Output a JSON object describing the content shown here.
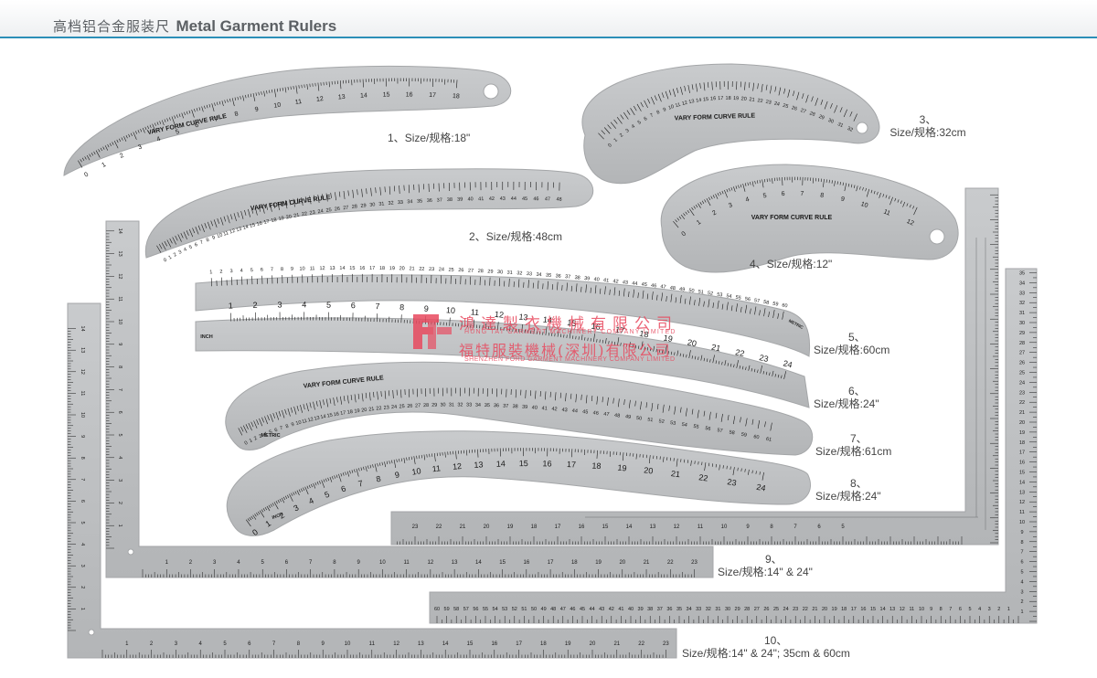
{
  "header": {
    "title_cn": "高档铝合金服装尺",
    "title_en": "Metal Garment Rulers"
  },
  "rulers": [
    {
      "caption_num": "1、",
      "caption_size": "Size/规格:18\"",
      "label": "VARY FORM CURVE RULE",
      "ticks": [
        "0",
        "1",
        "2",
        "3",
        "4",
        "5",
        "6",
        "7",
        "8",
        "9",
        "10",
        "11",
        "12",
        "13",
        "14",
        "15",
        "16",
        "17",
        "18"
      ]
    },
    {
      "caption_num": "2、",
      "caption_size": "Size/规格:48cm",
      "label": "VARY FORM CURVE RULE"
    },
    {
      "caption_num": "3、",
      "caption_size": "Size/规格:32cm",
      "label": "VARY FORM CURVE RULE"
    },
    {
      "caption_num": "4、",
      "caption_size": "Size/规格:12\"",
      "label": "VARY FORM CURVE RULE",
      "ticks": [
        "0",
        "1",
        "2",
        "3",
        "4",
        "5",
        "6",
        "7",
        "8",
        "9",
        "10",
        "11",
        "12"
      ]
    },
    {
      "caption_num": "5、",
      "caption_size": "Size/规格:60cm",
      "label": "METRIC"
    },
    {
      "caption_num": "6、",
      "caption_size": "Size/规格:24\"",
      "label": "INCH",
      "ticks": [
        "1",
        "2",
        "3",
        "4",
        "5",
        "6",
        "7",
        "8",
        "9",
        "10",
        "11",
        "12",
        "13",
        "14",
        "15",
        "16",
        "17",
        "18",
        "19",
        "20",
        "21",
        "22",
        "23",
        "24"
      ]
    },
    {
      "caption_num": "7、",
      "caption_size": "Size/规格:61cm",
      "label": "VARY FORM CURVE RULE",
      "label2": "METRIC"
    },
    {
      "caption_num": "8、",
      "caption_size": "Size/规格:24\"",
      "label": "INCH",
      "ticks": [
        "0",
        "1",
        "2",
        "3",
        "4",
        "5",
        "6",
        "7",
        "8",
        "9",
        "10",
        "11",
        "12",
        "13",
        "14",
        "15",
        "16",
        "17",
        "18",
        "19",
        "20",
        "21",
        "22",
        "23",
        "24"
      ]
    },
    {
      "caption_num": "9、",
      "caption_size": "Size/规格:14\" & 24\""
    },
    {
      "caption_num": "10、",
      "caption_size": "Size/规格:14\" & 24\"; 35cm & 60cm"
    }
  ],
  "watermark": {
    "line1": "鴻達製衣機械有限公司",
    "line2": "HUNG TAT GARMENT MACHINERY COMPANY LIMITED",
    "line3": "福特服裝機械(深圳)有限公司",
    "line4": "SHENZHEN FORD GARMENT MACHINERY COMPANY LIMITED"
  },
  "colors": {
    "ruler_fill": "#bcbec0",
    "ruler_stroke": "#a4a6a8",
    "print": "#1a1a1a",
    "accent": "#2b8fb8",
    "watermark": "#e84a5f"
  }
}
